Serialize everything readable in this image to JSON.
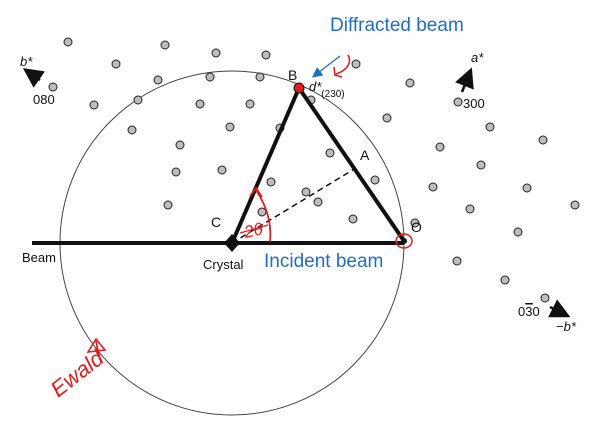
{
  "labels": {
    "diffracted_beam": "Diffracted beam",
    "incident_beam": "Incident beam",
    "beam": "Beam",
    "crystal": "Crystal",
    "point_b": "B",
    "point_c": "C",
    "point_a": "A",
    "point_o": "O",
    "d_star": "d*",
    "d_star_index": "(230)",
    "b_star": "b*",
    "a_star": "a*",
    "neg_b_star": "−b*",
    "idx_080": "080",
    "idx_300": "300",
    "idx_030": "0",
    "idx_030_bar": "3",
    "idx_030_tail": "0",
    "two_theta": "2θ",
    "ewald": "Ewald"
  },
  "colors": {
    "annotation_red": "#e11d1d",
    "annotation_blue": "#1f6fc0",
    "line": "#111111",
    "lattice_fill": "#bdbdbd"
  }
}
